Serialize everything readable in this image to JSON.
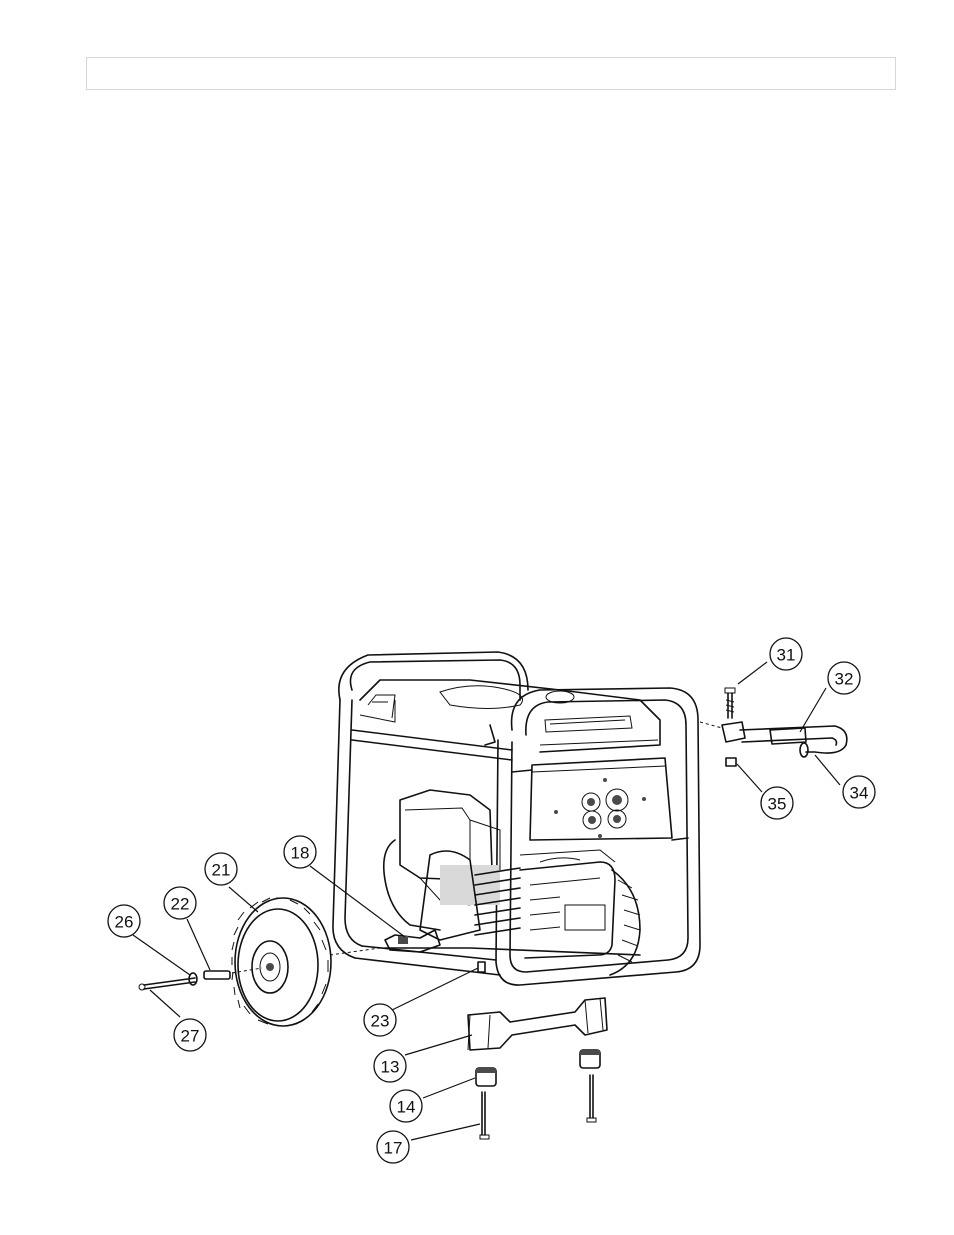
{
  "header": {
    "text": ""
  },
  "callouts": [
    {
      "id": "callout-31",
      "label": "31"
    },
    {
      "id": "callout-32",
      "label": "32"
    },
    {
      "id": "callout-34",
      "label": "34"
    },
    {
      "id": "callout-35",
      "label": "35"
    },
    {
      "id": "callout-18",
      "label": "18"
    },
    {
      "id": "callout-21",
      "label": "21"
    },
    {
      "id": "callout-22",
      "label": "22"
    },
    {
      "id": "callout-26",
      "label": "26"
    },
    {
      "id": "callout-27",
      "label": "27"
    },
    {
      "id": "callout-23",
      "label": "23"
    },
    {
      "id": "callout-13",
      "label": "13"
    },
    {
      "id": "callout-14",
      "label": "14"
    },
    {
      "id": "callout-17",
      "label": "17"
    }
  ]
}
